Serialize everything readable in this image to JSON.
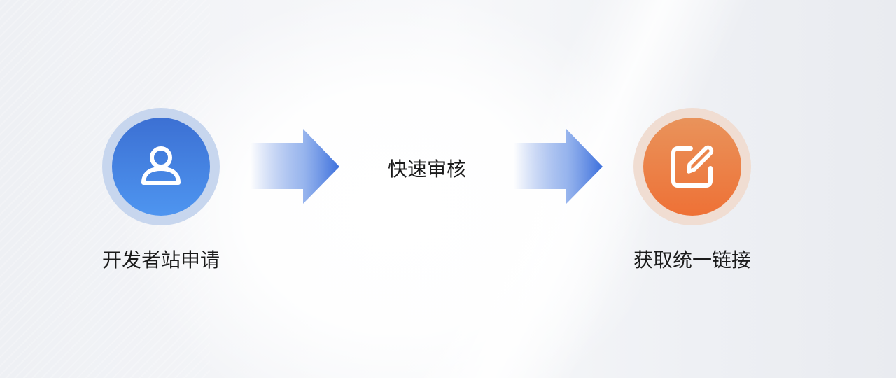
{
  "steps": [
    {
      "label": "开发者站申请",
      "icon": "user-icon",
      "color": "#3f76d9"
    },
    {
      "label": "快速审核"
    },
    {
      "label": "获取统一链接",
      "icon": "edit-icon",
      "color": "#ec7a3e"
    }
  ],
  "arrows": 2,
  "arrow_color": "#3c6fdc"
}
